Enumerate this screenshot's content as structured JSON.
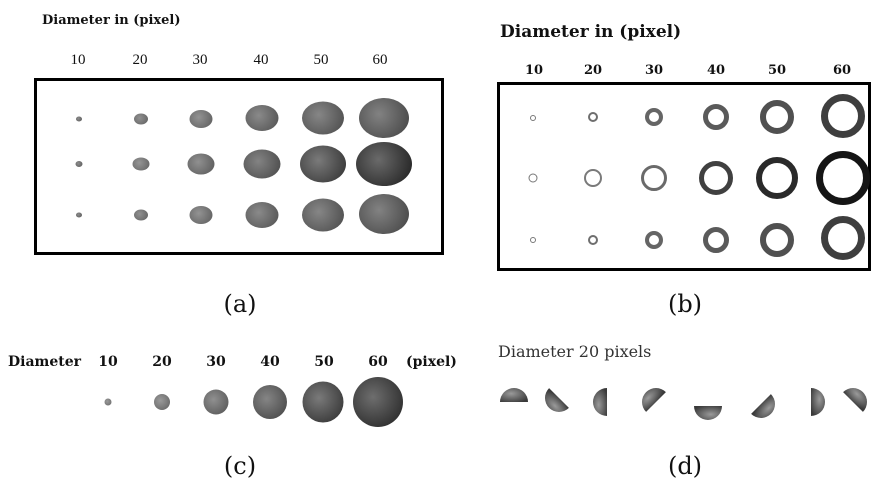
{
  "panel_a": {
    "title": "Diameter in (pixel)",
    "labels": [
      "10",
      "20",
      "30",
      "40",
      "50",
      "60"
    ],
    "caption": "(a)"
  },
  "panel_b": {
    "title": "Diameter in (pixel)",
    "labels": [
      "10",
      "20",
      "30",
      "40",
      "50",
      "60"
    ],
    "caption": "(b)"
  },
  "panel_c": {
    "head": "Diameter",
    "labels": [
      "10",
      "20",
      "30",
      "40",
      "50",
      "60"
    ],
    "unit": "(pixel)",
    "caption": "(c)"
  },
  "panel_d": {
    "title": "Diameter 20 pixels",
    "caption": "(d)"
  }
}
